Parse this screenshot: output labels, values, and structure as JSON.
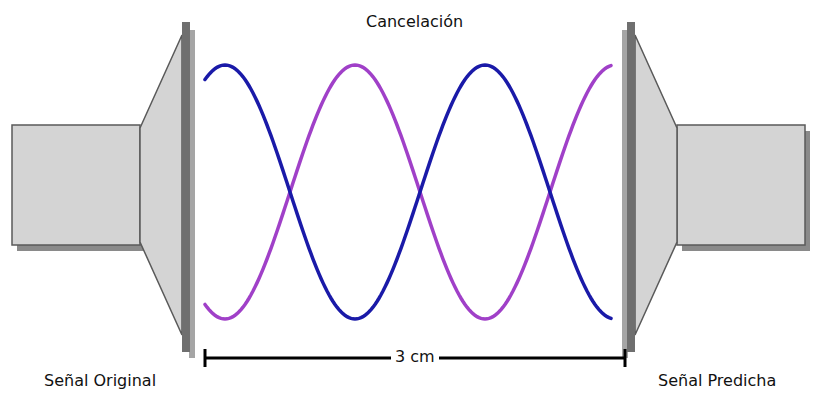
{
  "diagram": {
    "labels": [
      "Cancelación",
      "3 cm",
      "Señal Original",
      "Señal Predicha"
    ]
  }
}
